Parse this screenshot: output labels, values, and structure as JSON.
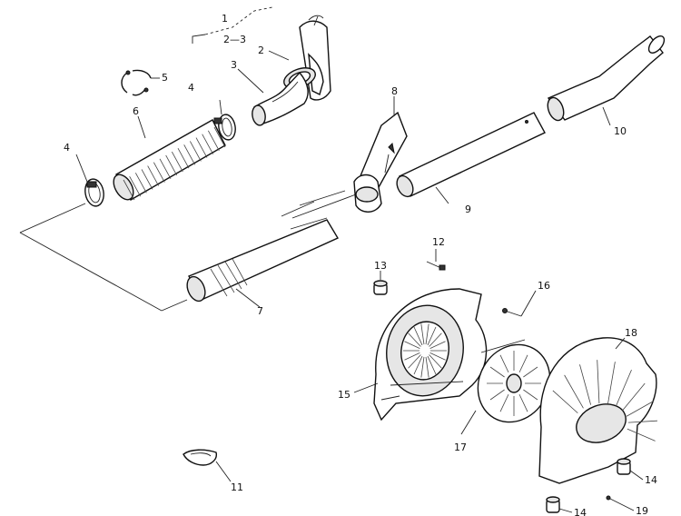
{
  "labels": {
    "p1_top": "1",
    "p2_3": "2—3",
    "p2": "2",
    "p3": "3",
    "p4_left": "4",
    "p4_mid": "4",
    "p5": "5",
    "p6": "6",
    "p7": "7",
    "p8": "8",
    "p9": "9",
    "p10": "10",
    "p11": "11",
    "p12": "12",
    "p13": "13",
    "p14_right": "14",
    "p14_bottom": "14",
    "p15": "15",
    "p16": "16",
    "p17": "17",
    "p18": "18",
    "p19": "19"
  }
}
